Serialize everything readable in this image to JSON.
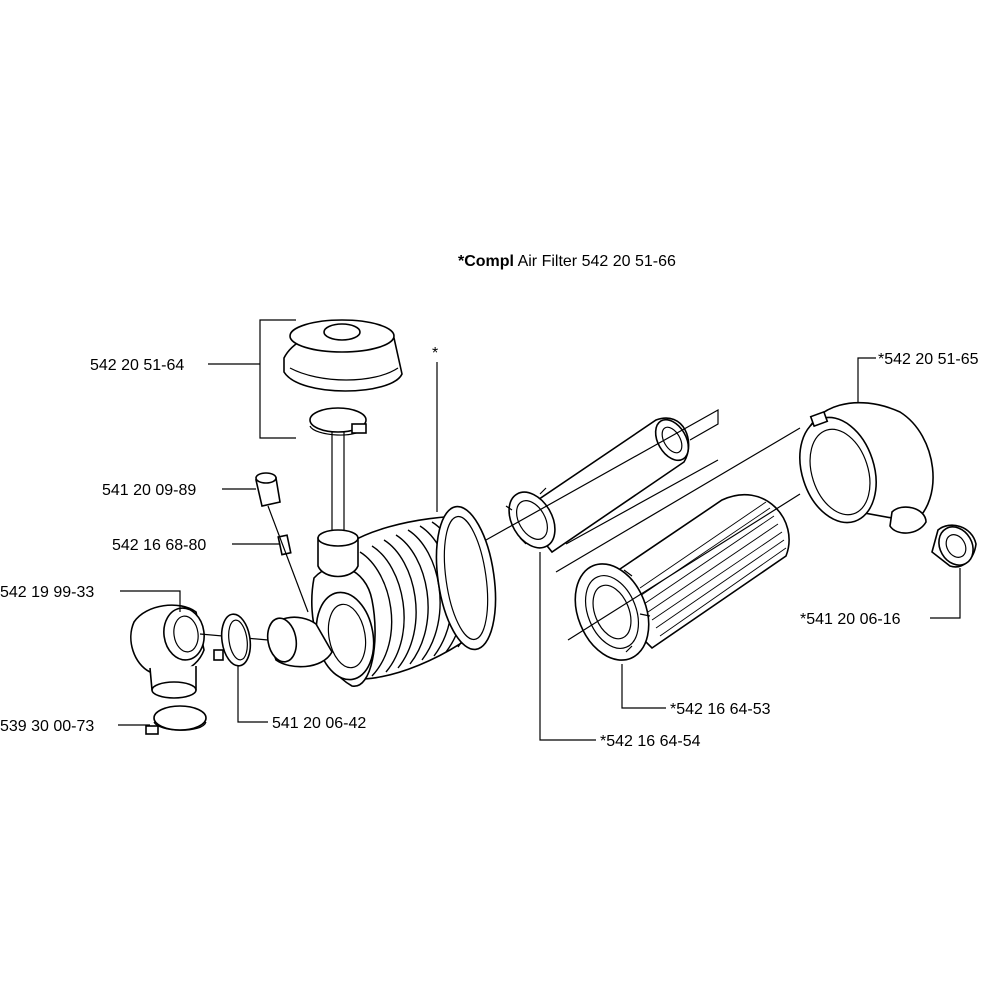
{
  "title": {
    "bold": "*Compl",
    "rest": " Air Filter 542 20 51-66"
  },
  "asterisk_marker": "*",
  "labels": {
    "cover": "542 20 51-64",
    "plug": "541 20 09-89",
    "nipple": "542 16 68-80",
    "elbow": "542 19 99-33",
    "clamp_small": "539 30 00-73",
    "clamp_mid": "541 20 06-42",
    "end_cap": "*542 20 51-65",
    "valve": "*541 20 06-16",
    "main_element": "*542 16 64-53",
    "safety_element": "*542 16 64-54"
  }
}
